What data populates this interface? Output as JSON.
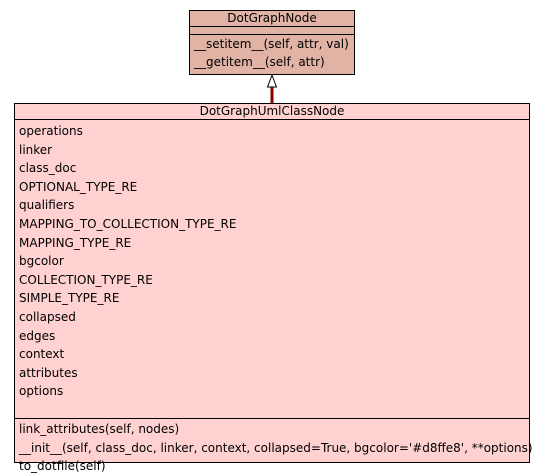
{
  "base_class": {
    "name": "DotGraphNode",
    "methods": [
      "__setitem__(self, attr, val)",
      "__getitem__(self, attr)"
    ],
    "color": "#e0b3a4"
  },
  "derived_class": {
    "name": "DotGraphUmlClassNode",
    "attributes": [
      "operations",
      "linker",
      "class_doc",
      "OPTIONAL_TYPE_RE",
      "qualifiers",
      "MAPPING_TO_COLLECTION_TYPE_RE",
      "MAPPING_TYPE_RE",
      "bgcolor",
      "COLLECTION_TYPE_RE",
      "SIMPLE_TYPE_RE",
      "collapsed",
      "edges",
      "context",
      "attributes",
      "options"
    ],
    "methods": [
      "link_attributes(self, nodes)",
      "__init__(self, class_doc, linker, context, collapsed=True, bgcolor='#d8ffe8', **options)",
      "to_dotfile(self)"
    ],
    "color": "#ffd1d1"
  },
  "edge": {
    "type": "inheritance",
    "color": "#8b0000"
  }
}
